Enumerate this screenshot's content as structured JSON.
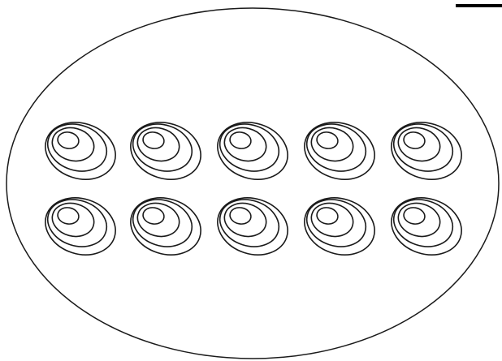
{
  "figure": {
    "type": "schematic",
    "container": "ellipse",
    "layout": {
      "rows": 2,
      "columns": 5
    },
    "unit_shape": "concentric-loops-icon",
    "loops_per_unit": 4,
    "scale_bar_label": "",
    "colors": {
      "line": "#1a1a1a",
      "background": "#ffffff"
    }
  }
}
